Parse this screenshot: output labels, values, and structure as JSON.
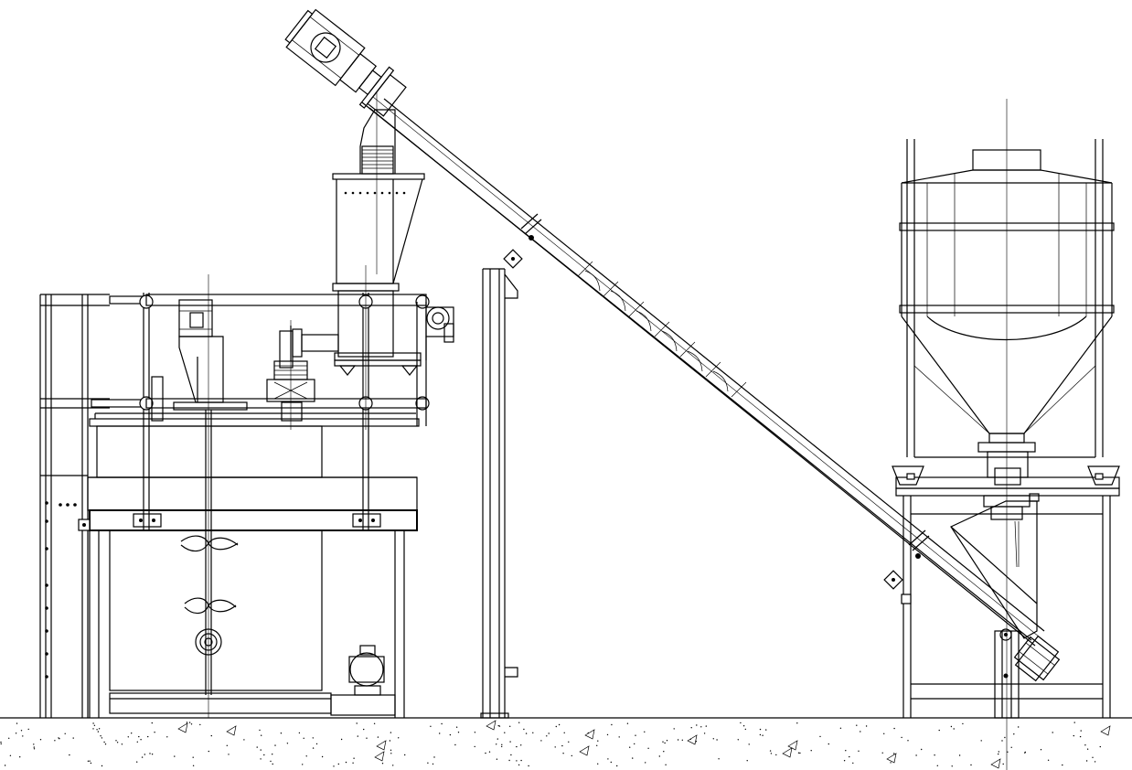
{
  "drawing": {
    "line_color": "#000000",
    "background": "#ffffff",
    "components": [
      "mixing-tank",
      "support-frame",
      "agitator",
      "dosing-hopper",
      "screw-conveyor",
      "conveyor-drive-motor",
      "support-column",
      "storage-silo",
      "silo-stand",
      "transfer-pump",
      "ground-line"
    ]
  }
}
